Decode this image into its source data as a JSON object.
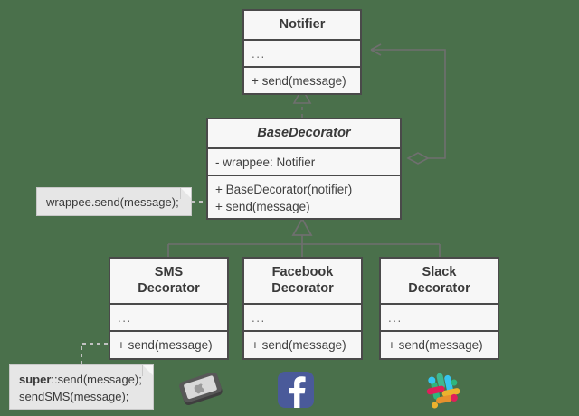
{
  "diagram": {
    "title": "Decorator pattern UML class diagram",
    "background_color": "#4a704b",
    "box_fill": "#f7f7f7",
    "box_border": "#4a4a4a",
    "note_fill": "#e6e6e6",
    "line_color": "#6f6f6f"
  },
  "classes": {
    "notifier": {
      "name": "Notifier",
      "abstract": false,
      "attributes": "...",
      "operations": [
        "+ send(message)"
      ]
    },
    "base_decorator": {
      "name": "BaseDecorator",
      "abstract": true,
      "attributes": "- wrappee: Notifier",
      "operations": [
        "+ BaseDecorator(notifier)",
        "+ send(message)"
      ]
    },
    "sms_decorator": {
      "name_line1": "SMS",
      "name_line2": "Decorator",
      "attributes": "...",
      "operations": [
        "+ send(message)"
      ]
    },
    "facebook_decorator": {
      "name_line1": "Facebook",
      "name_line2": "Decorator",
      "attributes": "...",
      "operations": [
        "+ send(message)"
      ]
    },
    "slack_decorator": {
      "name_line1": "Slack",
      "name_line2": "Decorator",
      "attributes": "...",
      "operations": [
        "+ send(message)"
      ]
    }
  },
  "notes": {
    "wrappee_note": {
      "text": "wrappee.send(message);"
    },
    "sms_note": {
      "line1_bold": "super",
      "line1_rest": "::send(message);",
      "line2": "sendSMS(message);"
    }
  },
  "relationships": [
    {
      "kind": "realization",
      "from": "BaseDecorator",
      "to": "Notifier",
      "style": "dashed-line-hollow-triangle"
    },
    {
      "kind": "aggregation",
      "from": "BaseDecorator",
      "to": "Notifier",
      "style": "hollow-diamond-open-arrow"
    },
    {
      "kind": "generalization",
      "from": "SMSDecorator,FacebookDecorator,SlackDecorator",
      "to": "BaseDecorator",
      "style": "solid-line-hollow-triangle"
    }
  ],
  "icons": {
    "phone": {
      "name": "smartphone-icon",
      "body_color": "#4f4f4f",
      "screen_color": "#d9d9d9"
    },
    "facebook": {
      "name": "facebook-icon",
      "brand_color": "#4a5a9a",
      "letter": "f"
    },
    "slack": {
      "name": "slack-icon",
      "colors": [
        "#3eb991",
        "#e01e5a",
        "#ecb22e",
        "#36c5f0",
        "#2eb67d",
        "#e8912d"
      ]
    }
  }
}
